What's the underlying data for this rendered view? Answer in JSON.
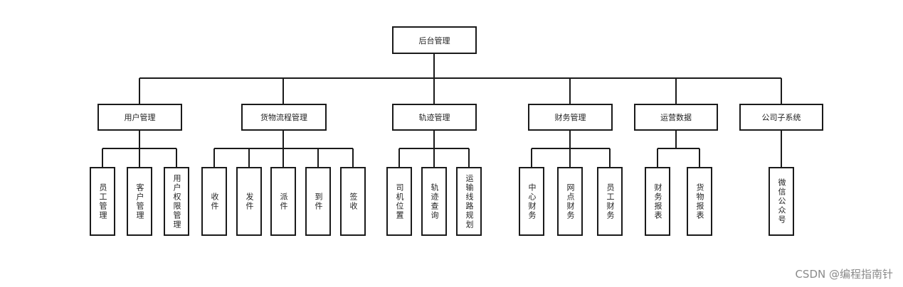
{
  "root": {
    "label": "后台管理"
  },
  "categories": [
    {
      "label": "用户管理",
      "children": [
        "员工管理",
        "客户管理",
        "用户权限管理"
      ]
    },
    {
      "label": "货物流程管理",
      "children": [
        "收件",
        "发件",
        "派件",
        "到件",
        "签收"
      ]
    },
    {
      "label": "轨迹管理",
      "children": [
        "司机位置",
        "轨迹查询",
        "运输线路规划"
      ]
    },
    {
      "label": "财务管理",
      "children": [
        "中心财务",
        "网点财务",
        "员工财务"
      ]
    },
    {
      "label": "运营数据",
      "children": [
        "财务报表",
        "货物报表"
      ]
    },
    {
      "label": "公司子系统",
      "children": [
        "微信公众号"
      ]
    }
  ],
  "watermark": "CSDN @编程指南针"
}
